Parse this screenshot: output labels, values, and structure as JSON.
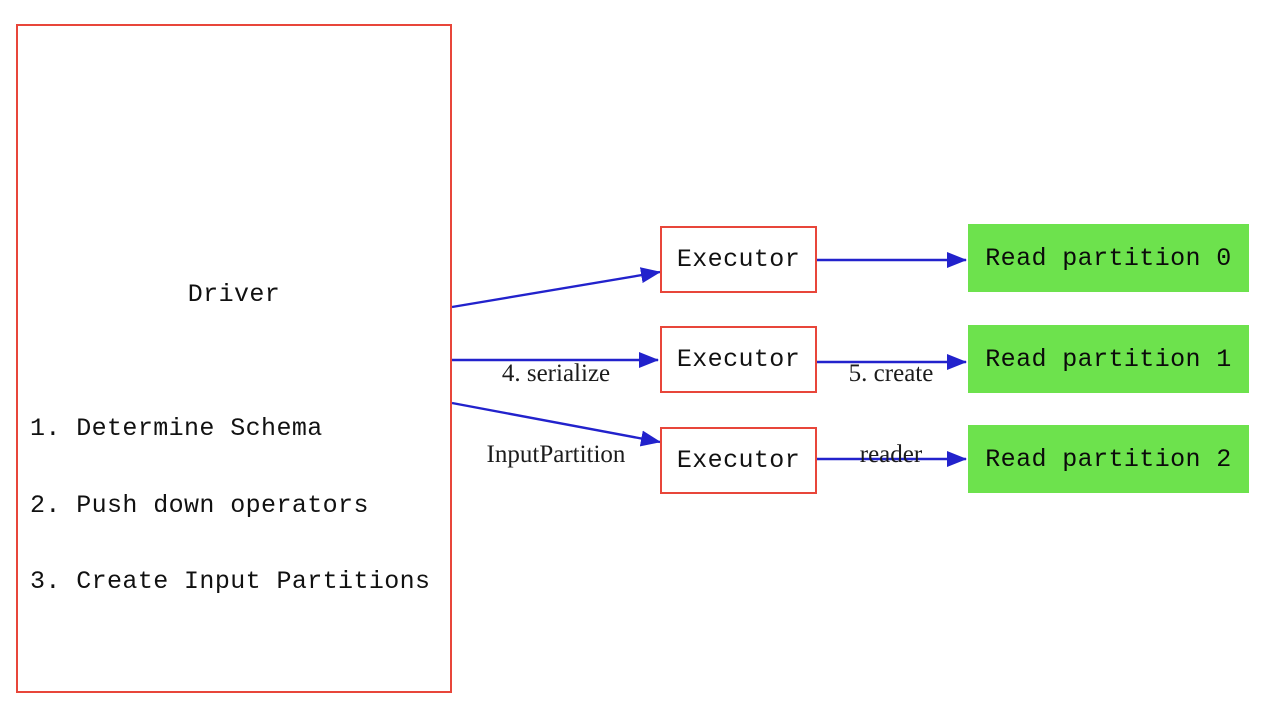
{
  "diagram": {
    "driver": {
      "title": "Driver",
      "steps": [
        "1. Determine Schema",
        "2. Push down operators",
        "3. Create Input Partitions"
      ]
    },
    "executors": [
      {
        "label": "Executor"
      },
      {
        "label": "Executor"
      },
      {
        "label": "Executor"
      }
    ],
    "partitions": [
      {
        "label": "Read partition 0"
      },
      {
        "label": "Read partition 1"
      },
      {
        "label": "Read partition 2"
      }
    ],
    "edge_labels": {
      "serialize": {
        "line1": "4. serialize",
        "line2": "InputPartition"
      },
      "create_reader": {
        "line1": "5. create",
        "line2": "reader"
      }
    },
    "colors": {
      "box_border_red": "#e8463a",
      "partition_green": "#6de24d",
      "arrow_blue": "#2222cc",
      "text_black": "#111111",
      "background": "#ffffff"
    }
  }
}
